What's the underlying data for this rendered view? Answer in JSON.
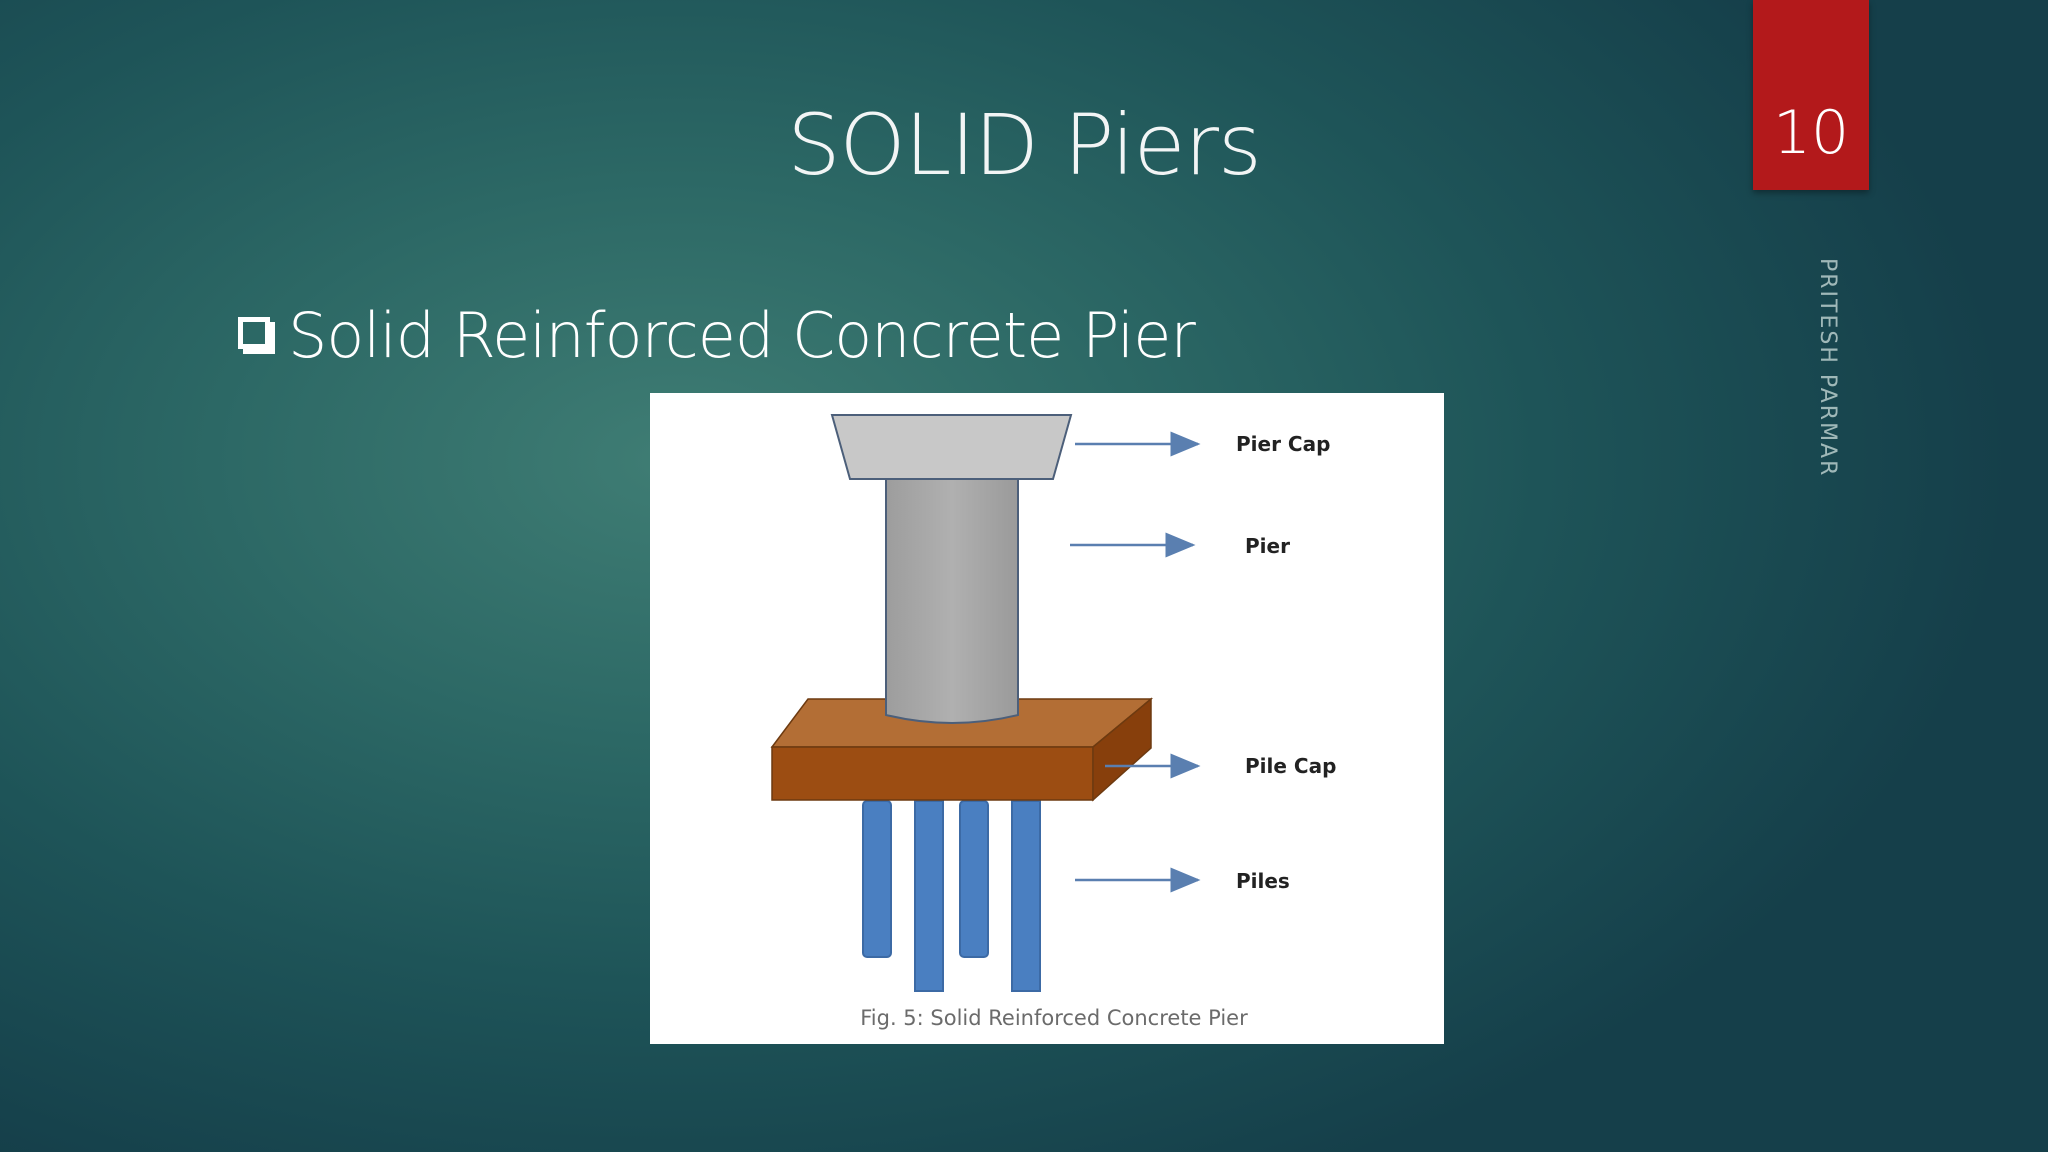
{
  "slide": {
    "title": "SOLID Piers",
    "number": "10",
    "author": "PRITESH PARMAR",
    "bullet": "Solid Reinforced Concrete Pier"
  },
  "figure": {
    "labels": {
      "pier_cap": "Pier Cap",
      "pier": "Pier",
      "pile_cap": "Pile Cap",
      "piles": "Piles"
    },
    "caption": "Fig. 5: Solid Reinforced Concrete Pier"
  },
  "colors": {
    "accent_tab": "#b3191b",
    "pier_gray": "#a8a8a8",
    "pile_cap_brown": "#9c4d12",
    "pile_blue": "#4a7fc1",
    "arrow_blue": "#5a7fb0"
  }
}
